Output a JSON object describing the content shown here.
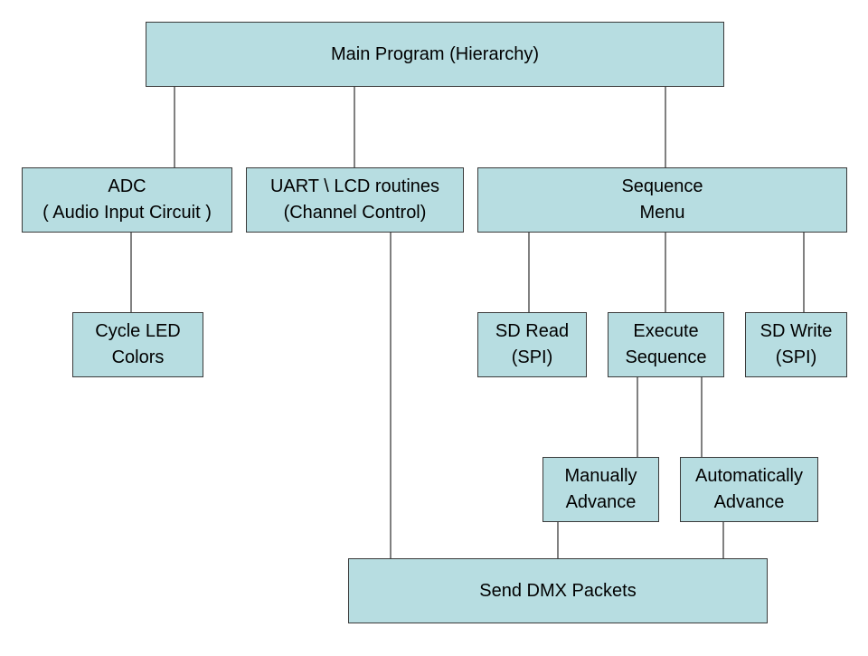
{
  "colors": {
    "node_fill": "#b7dde1",
    "node_border": "#3a3a3a",
    "connector": "#000000"
  },
  "nodes": {
    "main": {
      "label": "Main Program (Hierarchy)"
    },
    "adc": {
      "label": "ADC\n( Audio Input Circuit )"
    },
    "uart": {
      "label": "UART \\ LCD routines\n(Channel Control)"
    },
    "sequence_menu": {
      "label": "Sequence\nMenu"
    },
    "cycle_led": {
      "label": "Cycle LED\nColors"
    },
    "sd_read": {
      "label": "SD Read\n(SPI)"
    },
    "execute_sequence": {
      "label": "Execute\nSequence"
    },
    "sd_write": {
      "label": "SD Write\n(SPI)"
    },
    "manually_advance": {
      "label": "Manually\nAdvance"
    },
    "automatically_advance": {
      "label": "Automatically\nAdvance"
    },
    "send_dmx": {
      "label": "Send DMX Packets"
    }
  },
  "edges": [
    {
      "from": "Main Program (Hierarchy)",
      "to": "ADC ( Audio Input Circuit )"
    },
    {
      "from": "Main Program (Hierarchy)",
      "to": "UART \\ LCD routines (Channel Control)"
    },
    {
      "from": "Main Program (Hierarchy)",
      "to": "Sequence Menu"
    },
    {
      "from": "ADC ( Audio Input Circuit )",
      "to": "Cycle LED Colors"
    },
    {
      "from": "UART \\ LCD routines (Channel Control)",
      "to": "Send DMX Packets"
    },
    {
      "from": "Sequence Menu",
      "to": "SD Read (SPI)"
    },
    {
      "from": "Sequence Menu",
      "to": "Execute Sequence"
    },
    {
      "from": "Sequence Menu",
      "to": "SD Write (SPI)"
    },
    {
      "from": "Execute Sequence",
      "to": "Manually Advance"
    },
    {
      "from": "Execute Sequence",
      "to": "Automatically Advance"
    },
    {
      "from": "Manually Advance",
      "to": "Send DMX Packets"
    },
    {
      "from": "Automatically Advance",
      "to": "Send DMX Packets"
    }
  ]
}
